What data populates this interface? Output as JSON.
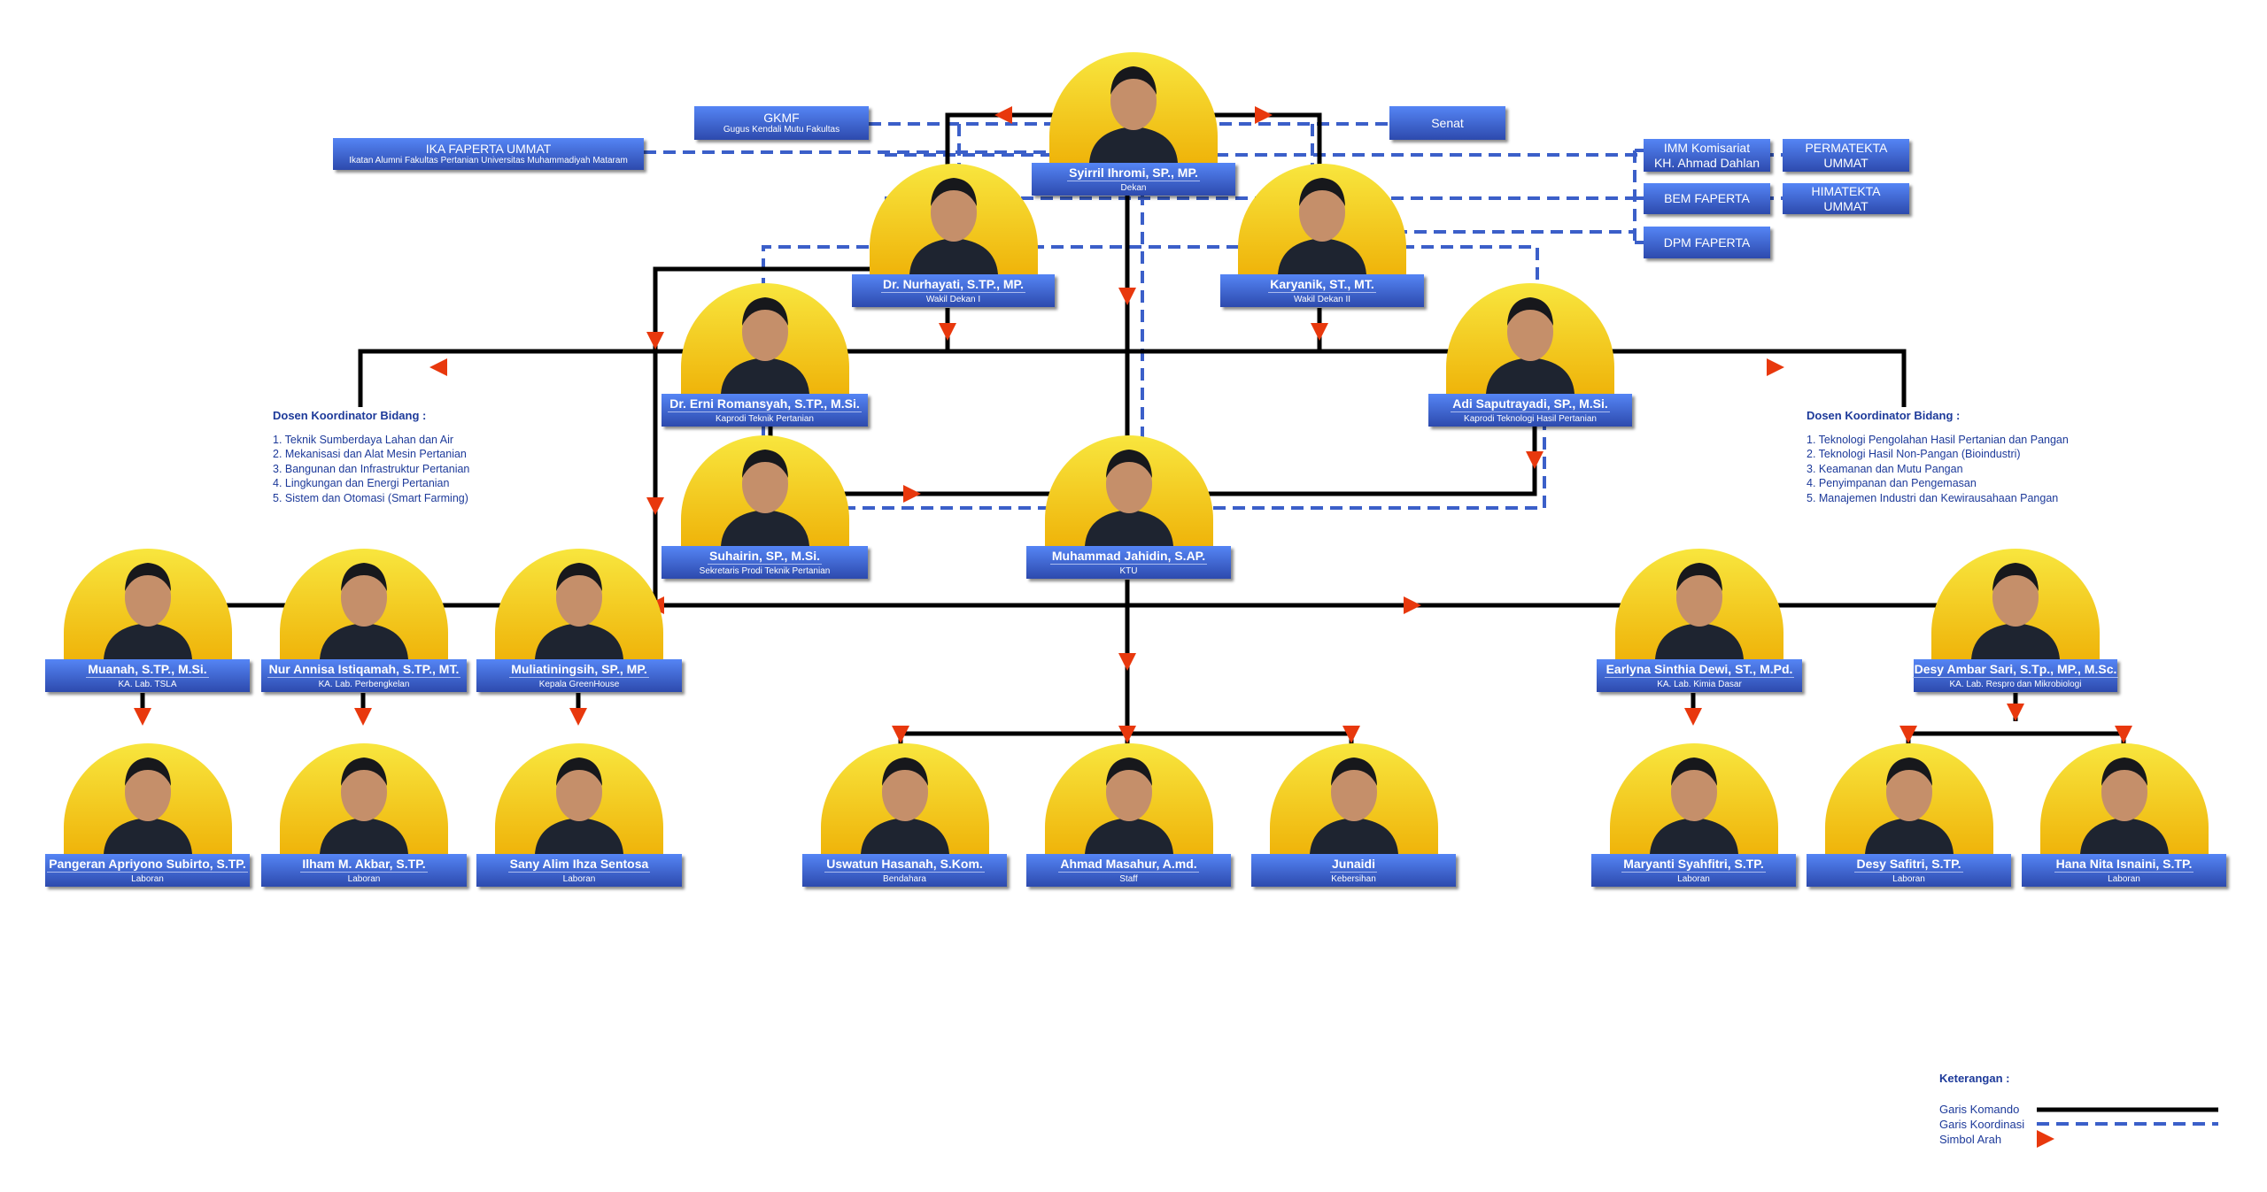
{
  "organizations": {
    "gkmf": {
      "title": "GKMF",
      "subtitle": "Gugus Kendali Mutu Fakultas"
    },
    "senat": {
      "title": "Senat"
    },
    "ika": {
      "title": "IKA FAPERTA UMMAT",
      "subtitle": "Ikatan Alumni Fakultas Pertanian Universitas Muhammadiyah Mataram"
    },
    "imm": {
      "title": "IMM Komisariat KH. Ahmad Dahlan"
    },
    "permatekta": {
      "title": "PERMATEKTA UMMAT"
    },
    "bem": {
      "title": "BEM FAPERTA"
    },
    "himatekta": {
      "title": "HIMATEKTA UMMAT"
    },
    "dpm": {
      "title": "DPM FAPERTA"
    }
  },
  "people": [
    {
      "id": "dekan",
      "name": "Syirril Ihromi, SP., MP.",
      "role": "Dekan"
    },
    {
      "id": "wd1",
      "name": "Dr. Nurhayati, S.TP., MP.",
      "role": "Wakil Dekan I"
    },
    {
      "id": "wd2",
      "name": "Karyanik, ST., MT.",
      "role": "Wakil Dekan II"
    },
    {
      "id": "kaprodi-tp",
      "name": "Dr. Erni Romansyah, S.TP., M.Si.",
      "role": "Kaprodi Teknik Pertanian"
    },
    {
      "id": "kaprodi-thp",
      "name": "Adi Saputrayadi, SP., M.Si.",
      "role": "Kaprodi Teknologi Hasil Pertanian"
    },
    {
      "id": "sekprodi",
      "name": "Suhairin, SP., M.Si.",
      "role": "Sekretaris Prodi Teknik Pertanian"
    },
    {
      "id": "ktu",
      "name": "Muhammad Jahidin, S.AP.",
      "role": "KTU"
    },
    {
      "id": "lab-tsla",
      "name": "Muanah, S.TP., M.Si.",
      "role": "KA. Lab. TSLA"
    },
    {
      "id": "lab-bengkel",
      "name": "Nur Annisa Istiqamah, S.TP., MT.",
      "role": "KA. Lab. Perbengkelan"
    },
    {
      "id": "greenhouse",
      "name": "Muliatiningsih, SP., MP.",
      "role": "Kepala GreenHouse"
    },
    {
      "id": "lab-kimia",
      "name": "Earlyna Sinthia Dewi, ST., M.Pd.",
      "role": "KA. Lab. Kimia Dasar"
    },
    {
      "id": "lab-respro",
      "name": "Desy Ambar Sari, S.Tp., MP., M.Sc.",
      "role": "KA. Lab. Respro dan Mikrobiologi"
    },
    {
      "id": "laboran-1",
      "name": "Pangeran Apriyono Subirto, S.TP.",
      "role": "Laboran"
    },
    {
      "id": "laboran-2",
      "name": "Ilham M. Akbar, S.TP.",
      "role": "Laboran"
    },
    {
      "id": "laboran-3",
      "name": "Sany Alim Ihza Sentosa",
      "role": "Laboran"
    },
    {
      "id": "bendahara",
      "name": "Uswatun Hasanah, S.Kom.",
      "role": "Bendahara"
    },
    {
      "id": "staff",
      "name": "Ahmad Masahur, A.md.",
      "role": "Staff"
    },
    {
      "id": "kebersihan",
      "name": "Junaidi",
      "role": "Kebersihan"
    },
    {
      "id": "laboran-4",
      "name": "Maryanti Syahfitri, S.TP.",
      "role": "Laboran"
    },
    {
      "id": "laboran-5",
      "name": "Desy Safitri, S.TP.",
      "role": "Laboran"
    },
    {
      "id": "laboran-6",
      "name": "Hana Nita Isnaini, S.TP.",
      "role": "Laboran"
    }
  ],
  "coordinators_left": {
    "heading": "Dosen Koordinator Bidang :",
    "items": [
      "1. Teknik Sumberdaya Lahan dan Air",
      "2. Mekanisasi dan Alat Mesin Pertanian",
      "3. Bangunan dan Infrastruktur Pertanian",
      "4. Lingkungan dan Energi Pertanian",
      "5. Sistem dan Otomasi (Smart Farming)"
    ]
  },
  "coordinators_right": {
    "heading": "Dosen Koordinator Bidang :",
    "items": [
      "1. Teknologi Pengolahan Hasil Pertanian dan Pangan",
      "2. Teknologi Hasil Non-Pangan (Bioindustri)",
      "3. Keamanan dan Mutu Pangan",
      "4. Penyimpanan dan Pengemasan",
      "5. Manajemen Industri dan Kewirausahaan Pangan"
    ]
  },
  "legend": {
    "heading": "Keterangan :",
    "command_line": "Garis Komando",
    "coordination_line": "Garis Koordinasi",
    "arrow_symbol": "Simbol Arah"
  },
  "colors": {
    "box_top": "#5585f5",
    "box_bottom": "#2d4aad",
    "command": "#000000",
    "coordination": "#3b5fc9",
    "arrow": "#e8380d",
    "photo": "#f4c81e"
  }
}
